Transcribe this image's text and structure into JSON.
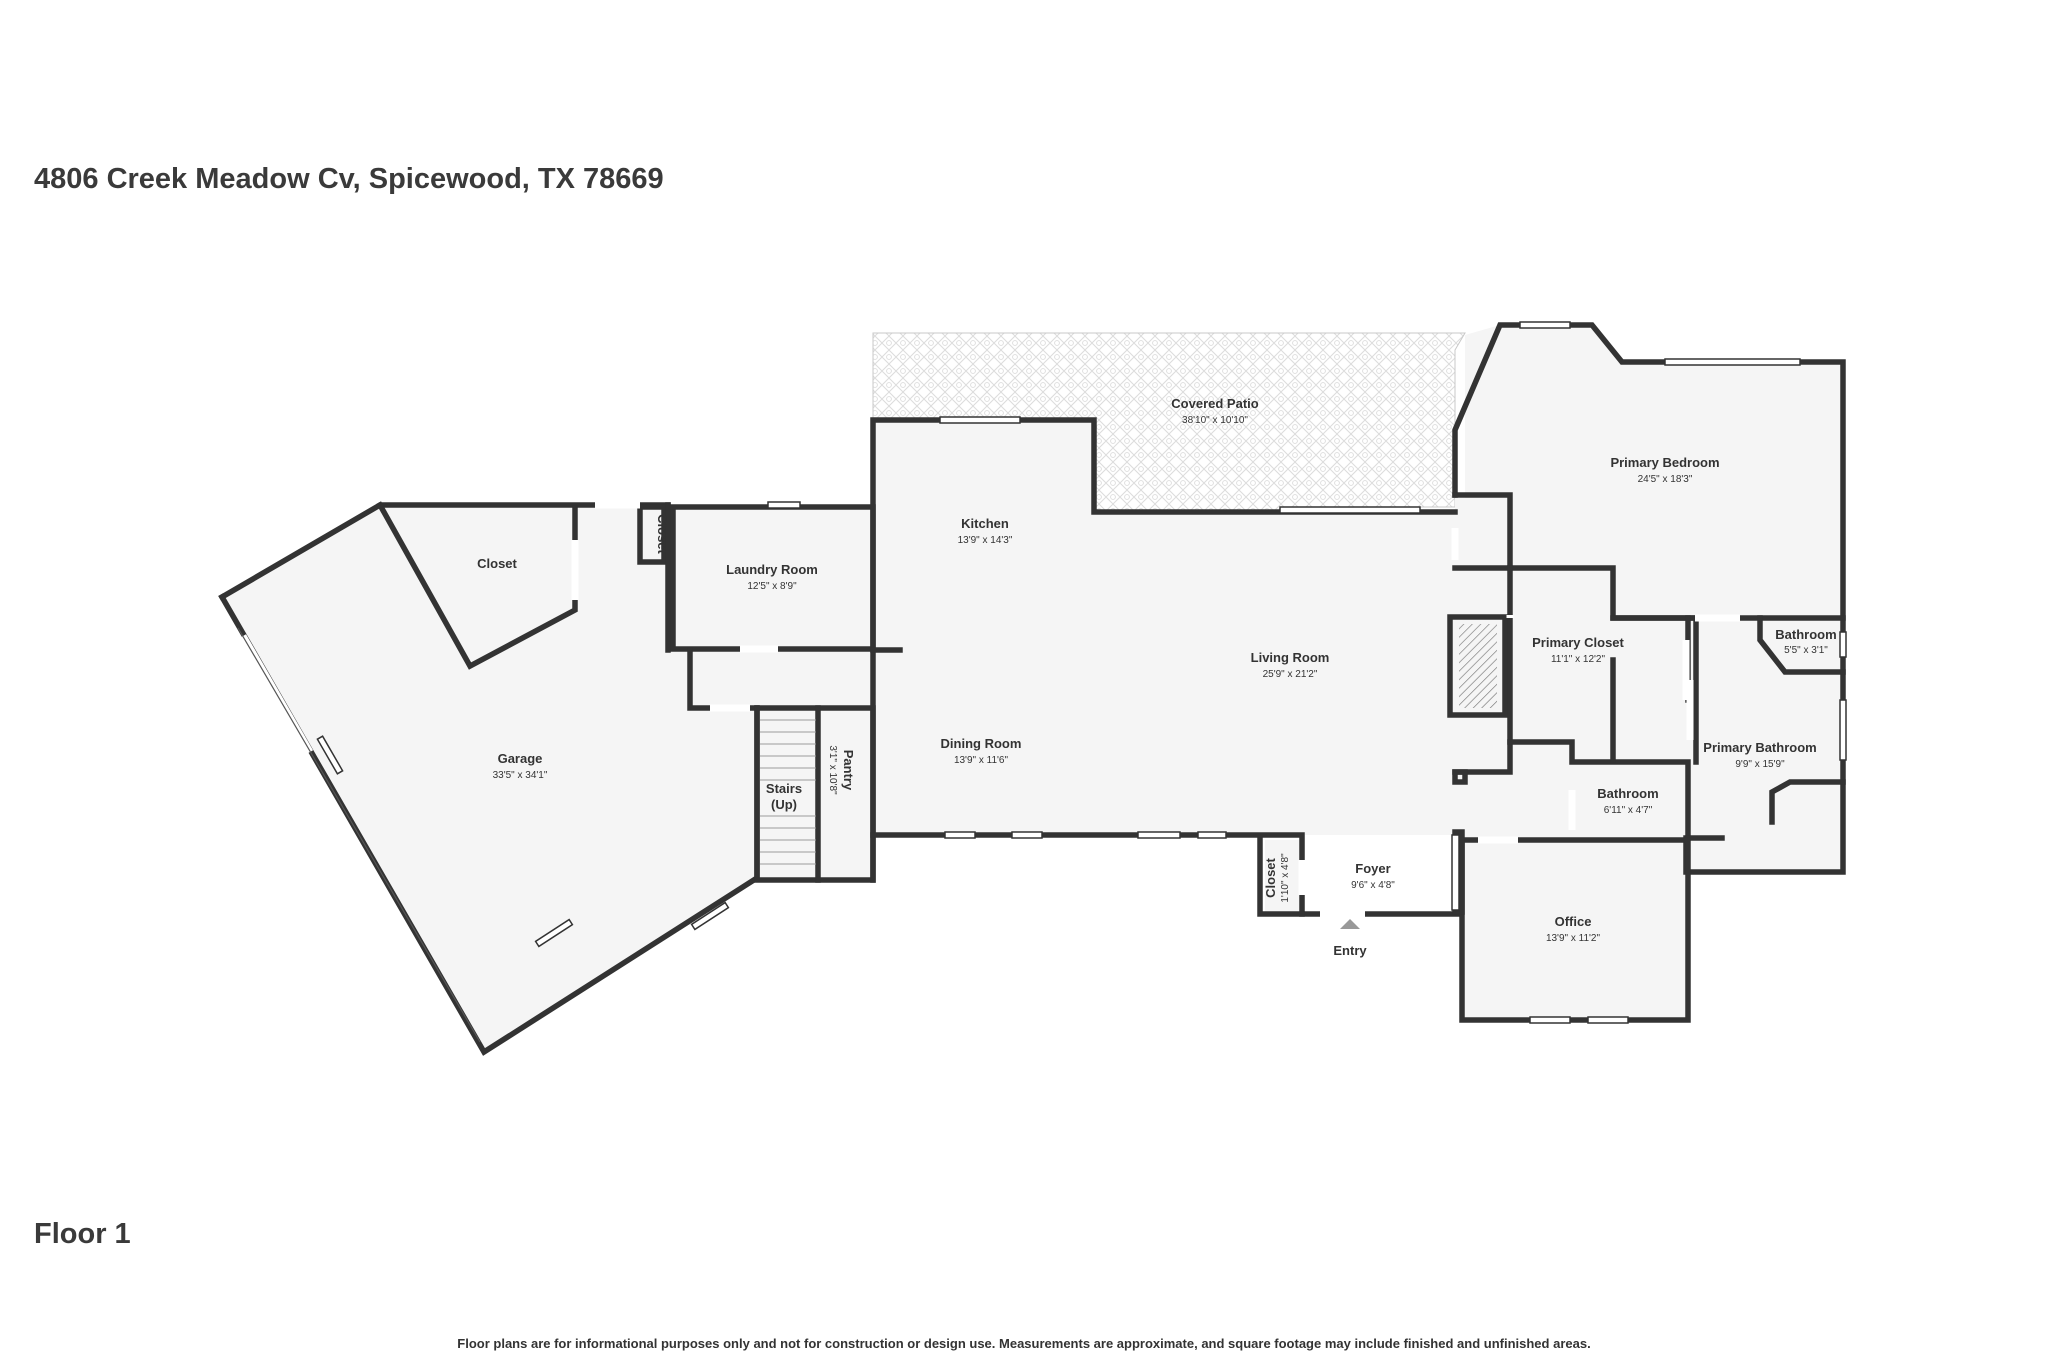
{
  "address": "4806 Creek Meadow Cv, Spicewood, TX 78669",
  "floor_label": "Floor 1",
  "disclaimer": "Floor plans are for informational purposes only and not for construction or design use. Measurements are approximate, and square footage may include finished and unfinished areas.",
  "entry_label": "Entry",
  "colors": {
    "wall": "#333333",
    "floor": "#f5f5f5",
    "background": "#ffffff",
    "patio_pattern": "#dcdcdc"
  },
  "rooms": {
    "covered_patio": {
      "name": "Covered Patio",
      "dim": "38'10\" x 10'10\""
    },
    "primary_bedroom": {
      "name": "Primary Bedroom",
      "dim": "24'5\" x 18'3\""
    },
    "kitchen": {
      "name": "Kitchen",
      "dim": "13'9\" x 14'3\""
    },
    "closet_garage": {
      "name": "Closet",
      "dim": ""
    },
    "closet_small": {
      "name": "Closet",
      "dim": ""
    },
    "laundry_room": {
      "name": "Laundry Room",
      "dim": "12'5\" x 8'9\""
    },
    "living_room": {
      "name": "Living Room",
      "dim": "25'9\" x 21'2\""
    },
    "primary_closet": {
      "name": "Primary Closet",
      "dim": "11'1\" x 12'2\""
    },
    "bathroom_primary_small": {
      "name": "Bathroom",
      "dim": "5'5\" x 3'1\""
    },
    "garage": {
      "name": "Garage",
      "dim": "33'5\" x 34'1\""
    },
    "dining_room": {
      "name": "Dining Room",
      "dim": "13'9\" x 11'6\""
    },
    "pantry": {
      "name": "Pantry",
      "dim": "3'1\" x 10'8\""
    },
    "stairs": {
      "name": "Stairs",
      "sub": "(Up)"
    },
    "primary_bathroom": {
      "name": "Primary Bathroom",
      "dim": "9'9\" x 15'9\""
    },
    "bathroom": {
      "name": "Bathroom",
      "dim": "6'11\" x 4'7\""
    },
    "foyer": {
      "name": "Foyer",
      "dim": "9'6\" x 4'8\""
    },
    "closet_foyer": {
      "name": "Closet",
      "dim": "1'10\" x 4'8\""
    },
    "office": {
      "name": "Office",
      "dim": "13'9\" x 11'2\""
    }
  }
}
